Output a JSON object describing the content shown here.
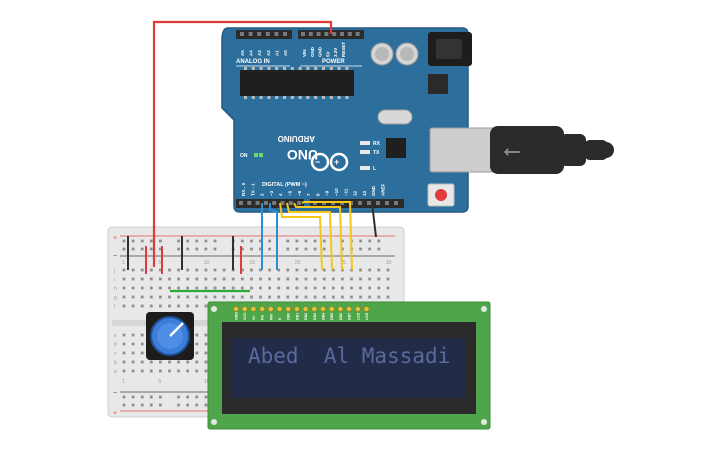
{
  "arduino": {
    "brand": "ARDUINO",
    "model": "UNO",
    "analog_label": "ANALOG IN",
    "power_label": "POWER",
    "digital_label": "DIGITAL (PWM ~)",
    "analog_pins": [
      "A5",
      "A4",
      "A3",
      "A2",
      "A1",
      "A0"
    ],
    "power_pins": [
      "VIN",
      "GND",
      "GND",
      "5V",
      "3.3V",
      "RESET"
    ],
    "digital_pins": [
      "AREF",
      "GND",
      "13",
      "12",
      "~11",
      "~10",
      "~9",
      "8",
      "7",
      "~6",
      "~5",
      "4",
      "~3",
      "2",
      "TX→1",
      "RX←0"
    ],
    "rx_label": "RX",
    "tx_label": "TX",
    "l_label": "L",
    "on_label": "ON",
    "colors": {
      "board": "#2d6f9c",
      "board_edge": "#245a80",
      "header": "#2b2b2b"
    }
  },
  "lcd": {
    "text_line1": "Abed  Al Massadi",
    "text_line2": "",
    "pin_labels": [
      "GND",
      "VCC",
      "V0",
      "RS",
      "RW",
      "E",
      "DB0",
      "DB1",
      "DB2",
      "DB3",
      "DB4",
      "DB5",
      "DB6",
      "DB7",
      "LED",
      "LED"
    ],
    "colors": {
      "pcb": "#4fa64a",
      "bezel": "#2a2a2a",
      "screen": "#222b47",
      "text": "#5a6a9e"
    }
  },
  "breadboard": {
    "column_numbers": [
      "1",
      "5",
      "10",
      "15",
      "20",
      "25",
      "30"
    ],
    "row_letters_top": [
      "a",
      "b",
      "c",
      "d",
      "e"
    ],
    "row_letters_bottom": [
      "f",
      "g",
      "h",
      "i",
      "j"
    ]
  },
  "wires": {
    "colors": {
      "power": "#e03a3a",
      "ground": "#303030",
      "signal": "#f2c81a",
      "control": "#2b8fd0",
      "jumper": "#2faa3a"
    }
  }
}
